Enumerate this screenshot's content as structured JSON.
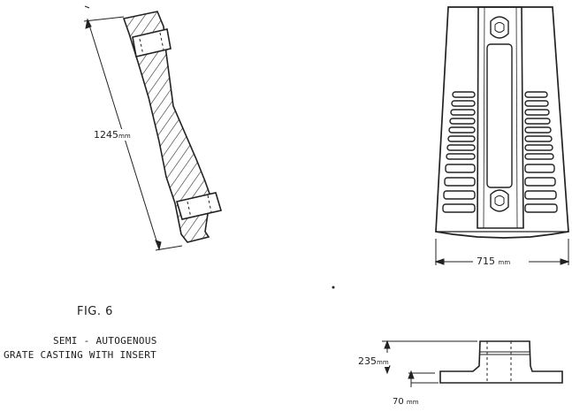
{
  "figure": {
    "number": "FIG. 6",
    "title_line1": "SEMI - AUTOGENOUS",
    "title_line2": "GRATE  CASTING  WITH  INSERT"
  },
  "dimensions": {
    "length": {
      "value": "1245",
      "unit": "mm"
    },
    "width": {
      "value": "715",
      "unit": "mm"
    },
    "height": {
      "value": "235",
      "unit": "mm"
    },
    "thickness": {
      "value": "70",
      "unit": "mm"
    }
  }
}
